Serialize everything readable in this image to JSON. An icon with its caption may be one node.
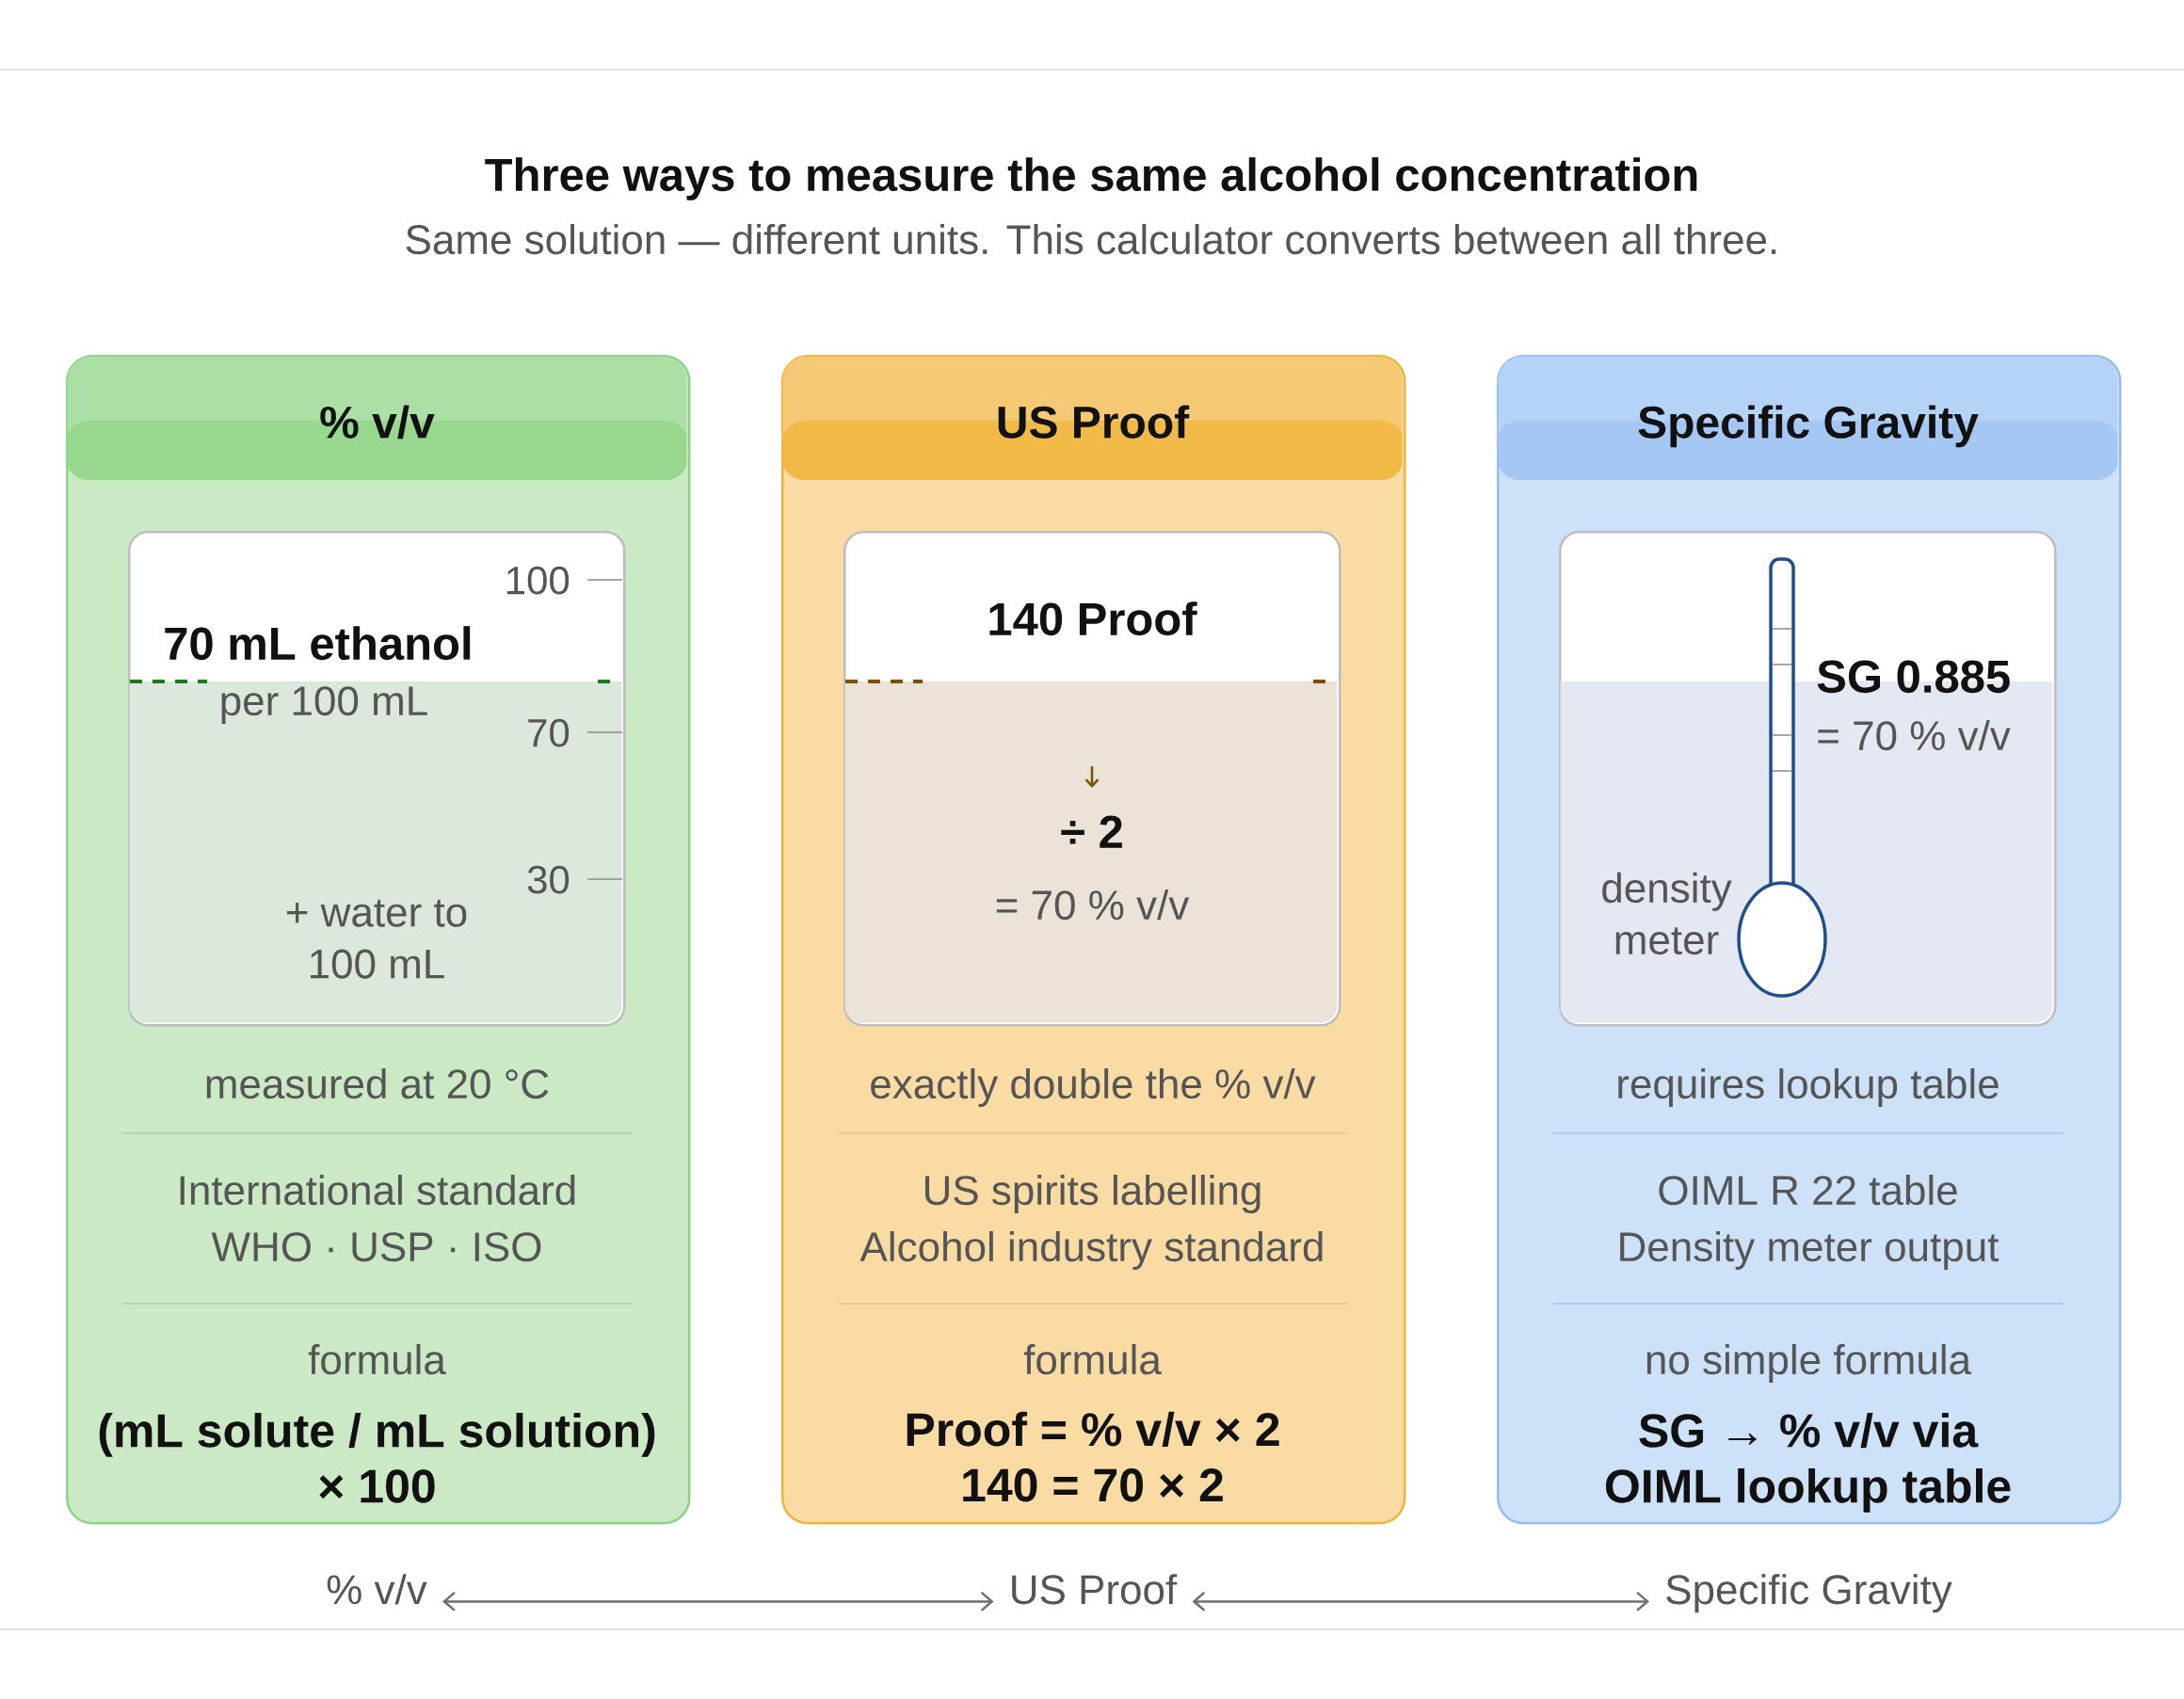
{
  "diagram": {
    "title": "Three ways to measure the same alcohol concentration",
    "nodes": [
      {
        "text": [
          "% v/v",
          "measured at 20 °C",
          "International standard",
          "WHO · USP · ISO",
          "formula",
          "(mL solute / mL solution) × 100"
        ]
      },
      {
        "text": [
          "70 mL ethanol",
          "per 100 mL",
          "+ water to 100 mL",
          "100",
          "70",
          "30"
        ],
        "in": 0
      },
      {
        "text": [
          "US Proof",
          "exactly double the % v/v",
          "US spirits labelling",
          "Alcohol industry standard",
          "formula",
          "Proof = % v/v × 2",
          "140 = 70 × 2"
        ]
      },
      {
        "text": [
          "140 Proof",
          "÷ 2",
          "= 70 % v/v"
        ],
        "in": 2
      },
      {
        "text": [
          "Specific Gravity",
          "requires lookup table",
          "OIML R 22 table",
          "Density meter output",
          "no simple formula",
          "SG → % v/v via OIML lookup table"
        ]
      },
      {
        "text": [
          "SG 0.885",
          "= 70 % v/v",
          "density meter"
        ],
        "in": 4
      },
      {
        "text": [
          "% v/v"
        ]
      },
      {
        "text": [
          "US Proof"
        ]
      },
      {
        "text": [
          "Specific Gravity"
        ]
      }
    ],
    "edges": [
      {
        "from": 6,
        "to": 7,
        "arrow": "both"
      },
      {
        "from": 7,
        "to": 8,
        "arrow": "both"
      }
    ],
    "labels": [
      "Same solution — different units. This calculator converts between all three."
    ]
  }
}
